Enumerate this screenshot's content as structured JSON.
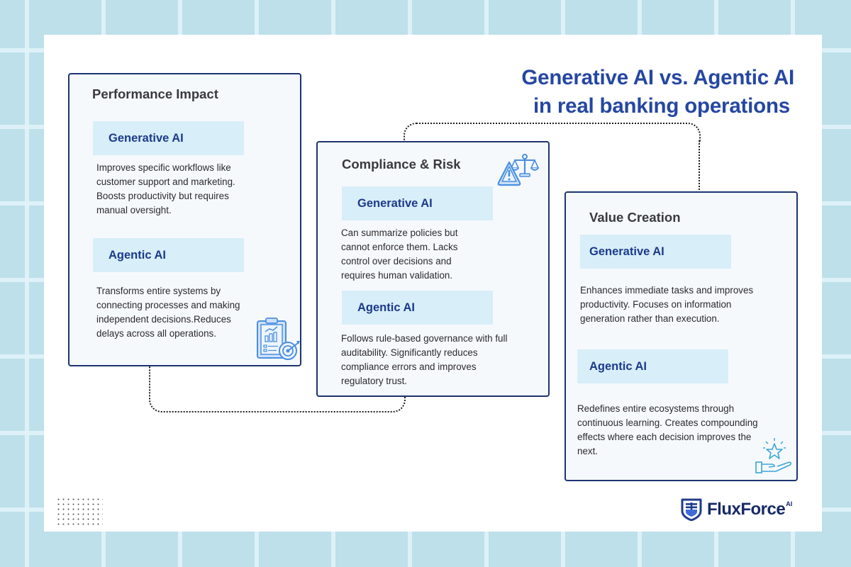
{
  "title": {
    "line1": "Generative AI vs. Agentic AI",
    "line2": "in real banking operations"
  },
  "colors": {
    "title": "#2547a2",
    "card_border": "#1c3472",
    "card_bg": "#f6f9fc",
    "pill_bg": "#d8eef9",
    "pill_text": "#1c3a8a",
    "icon_blue": "#4a8fe0",
    "background": "#bde0ea"
  },
  "cards": [
    {
      "title": "Performance Impact",
      "icon": "clipboard-chart-target-icon",
      "generative": {
        "label": "Generative AI",
        "text": "Improves specific workflows like customer support and marketing. Boosts productivity but requires manual oversight."
      },
      "agentic": {
        "label": "Agentic AI",
        "text": "Transforms entire systems by connecting  processes and making independent decisions.Reduces delays across all operations."
      }
    },
    {
      "title": "Compliance & Risk",
      "icon": "warning-scales-icon",
      "generative": {
        "label": "Generative AI",
        "text": "Can summarize policies but cannot enforce them. Lacks control over decisions and requires human validation."
      },
      "agentic": {
        "label": "Agentic AI",
        "text": "Follows rule-based governance with full auditability. Significantly reduces compliance errors and improves regulatory trust."
      }
    },
    {
      "title": "Value Creation",
      "icon": "hand-star-icon",
      "generative": {
        "label": "Generative AI",
        "text": "Enhances immediate tasks and improves productivity. Focuses on information generation rather than execution."
      },
      "agentic": {
        "label": "Agentic AI",
        "text": "Redefines entire ecosystems through continuous learning. Creates compounding effects where each decision improves the next."
      }
    }
  ],
  "logo": {
    "name": "FluxForce",
    "suffix": "AI"
  }
}
